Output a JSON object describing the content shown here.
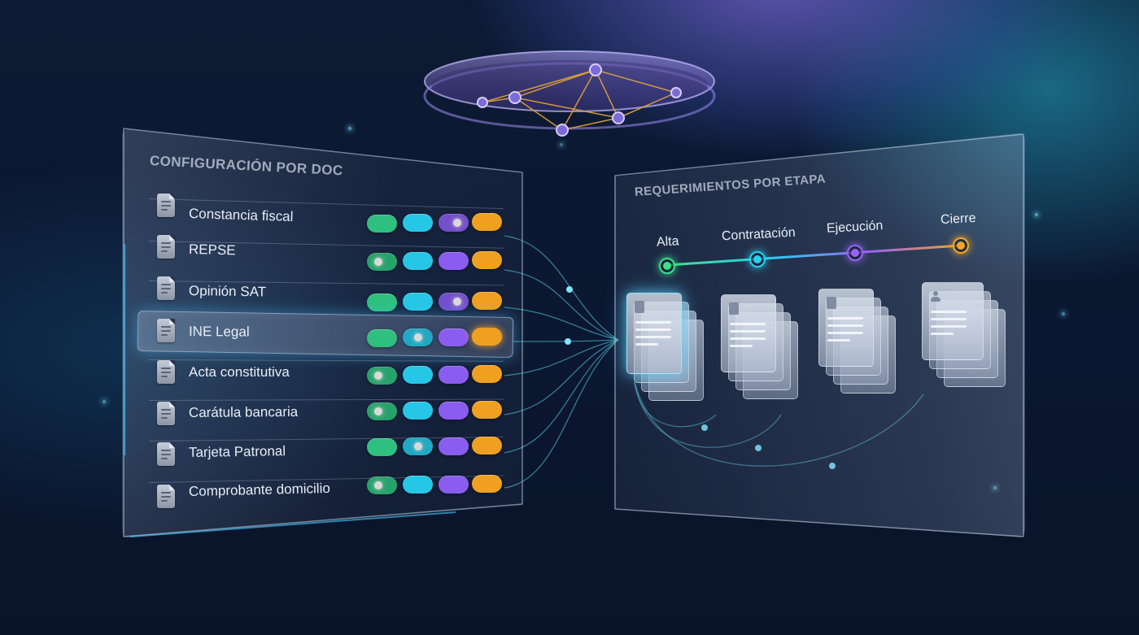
{
  "left_panel": {
    "title": "CONFIGURACIÓN POR DOC",
    "documents": [
      {
        "label": "Constancia fiscal",
        "toggles": [
          "off",
          "off",
          "on",
          "off"
        ]
      },
      {
        "label": "REPSE",
        "toggles": [
          "on",
          "off",
          "off",
          "off"
        ]
      },
      {
        "label": "Opinión SAT",
        "toggles": [
          "off",
          "off",
          "on",
          "off"
        ]
      },
      {
        "label": "INE Legal",
        "toggles": [
          "off",
          "on",
          "off",
          "off"
        ],
        "highlighted": true
      },
      {
        "label": "Acta constitutiva",
        "toggles": [
          "on",
          "off",
          "off",
          "off"
        ]
      },
      {
        "label": "Carátula bancaria",
        "toggles": [
          "on",
          "off",
          "off",
          "off"
        ]
      },
      {
        "label": "Tarjeta Patronal",
        "toggles": [
          "off",
          "on",
          "off",
          "off"
        ]
      },
      {
        "label": "Comprobante domicilio",
        "toggles": [
          "on",
          "off",
          "off",
          "off"
        ]
      }
    ],
    "toggle_colors": [
      "#2fbf7f",
      "#26c6e6",
      "#8a5cf0",
      "#f0a020"
    ]
  },
  "right_panel": {
    "title": "REQUERIMIENTOS POR ETAPA",
    "stages": [
      {
        "label": "Alta",
        "color": "#3ee08a",
        "icon": "document-stack-icon",
        "active": true
      },
      {
        "label": "Contratación",
        "color": "#28d0f0",
        "icon": "document-stack-icon"
      },
      {
        "label": "Ejecución",
        "color": "#9a62f5",
        "icon": "document-stack-icon"
      },
      {
        "label": "Cierre",
        "color": "#f5a623",
        "icon": "person-document-icon"
      }
    ]
  },
  "network_ring": {
    "icon": "network-graph-icon",
    "color": "#8f7ae0",
    "edge_color": "#e6a33a"
  },
  "colors": {
    "connector": "#5ad0e8",
    "background": "#0b1730"
  }
}
